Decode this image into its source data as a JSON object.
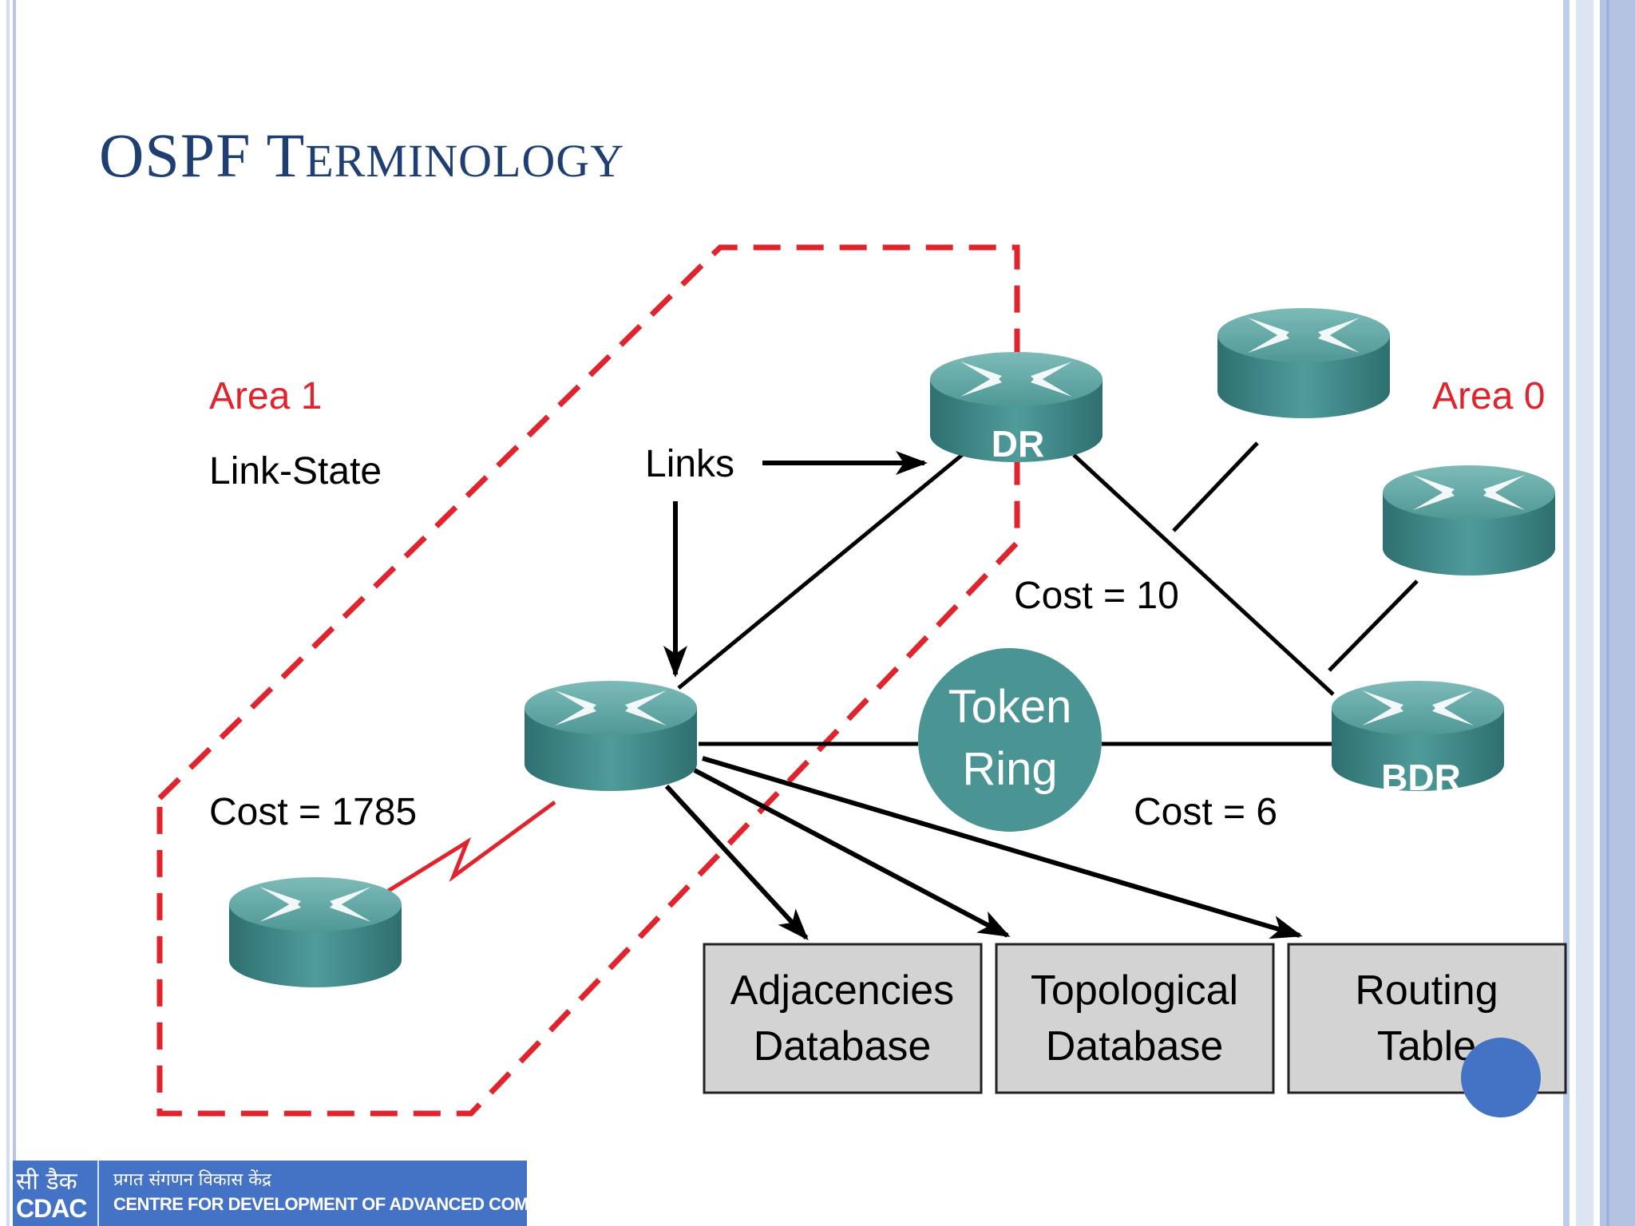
{
  "slide": {
    "title_first": "OSPF",
    "title_rest_initial": "T",
    "title_rest": "ERMINOLOGY"
  },
  "diagram": {
    "area1_label": "Area 1",
    "area0_label": "Area 0",
    "link_state_label": "Link-State",
    "links_label": "Links",
    "cost_dr_bdr": "Cost = 10",
    "cost_serial": "Cost = 1785",
    "cost_ring": "Cost = 6",
    "token_ring": [
      "Token",
      "Ring"
    ],
    "dr_label": "DR",
    "bdr_label": "BDR",
    "databases": [
      {
        "line1": "Adjacencies",
        "line2": "Database"
      },
      {
        "line1": "Topological",
        "line2": "Database"
      },
      {
        "line1": "Routing",
        "line2": "Table"
      }
    ],
    "colors": {
      "area_boundary": "#e0242d",
      "router_body": "#3f8c8c",
      "router_top": "#5ea8a6",
      "token_ring": "#4a9593",
      "db_box": "#d3d3d3",
      "title": "#1f3f73"
    }
  },
  "logo": {
    "mark_hindi": "सी डैक",
    "mark_english": "CDAC",
    "line_hindi": "प्रगत संगणन विकास केंद्र",
    "line_english": "CENTRE FOR DEVELOPMENT OF ADVANCED COMPUTING"
  }
}
